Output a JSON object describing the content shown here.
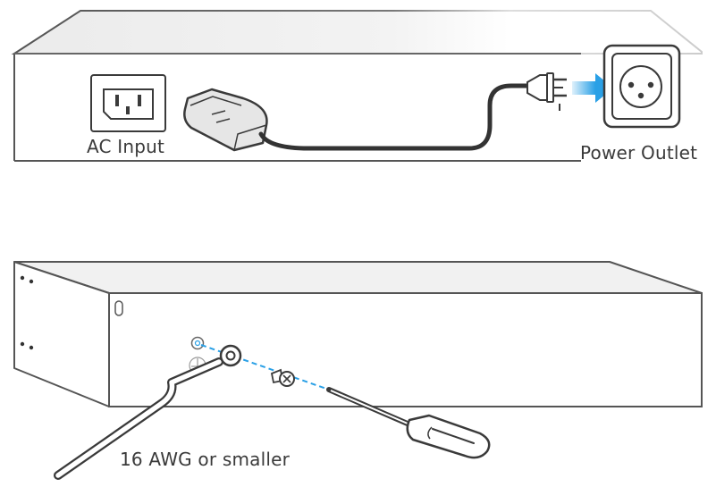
{
  "labels": {
    "ac_input": "AC Input",
    "power_outlet": "Power Outlet",
    "wire_gauge": "16 AWG or smaller"
  },
  "icons": {
    "ac_socket": "ac-inlet-icon",
    "outlet": "power-outlet-icon",
    "arrow": "insert-arrow-icon",
    "ground": "ground-symbol-icon",
    "screwdriver": "screwdriver-icon"
  },
  "colors": {
    "line": "#3a3a3a",
    "accent": "#2aa0e6",
    "plug_fill": "#e6e6e6",
    "cable": "#333333"
  }
}
